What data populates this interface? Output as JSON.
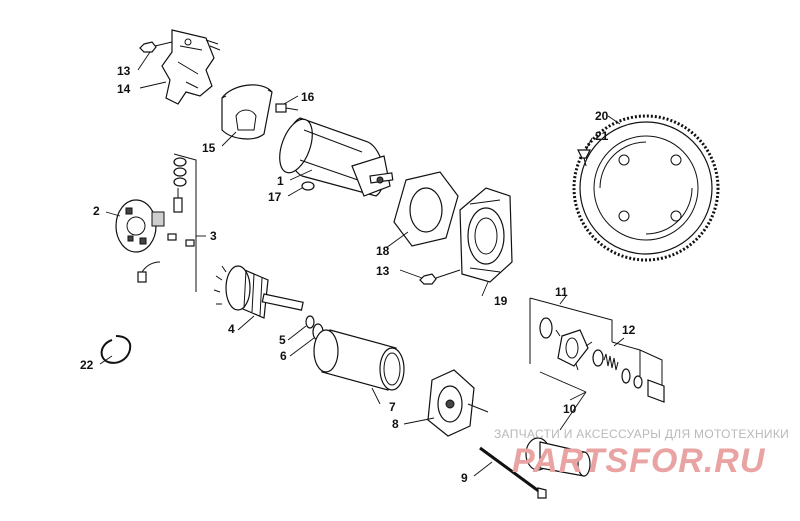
{
  "callouts": [
    "1",
    "2",
    "3",
    "4",
    "5",
    "6",
    "7",
    "8",
    "9",
    "10",
    "11",
    "12",
    "13",
    "14",
    "15",
    "16",
    "17",
    "18",
    "19",
    "20",
    "21",
    "22"
  ],
  "watermark": {
    "text": "ЗАПЧАСТИ И АКСЕССУАРЫ ДЛЯ МОТОТЕХНИКИ",
    "logo": "PARTSFOR.RU"
  }
}
